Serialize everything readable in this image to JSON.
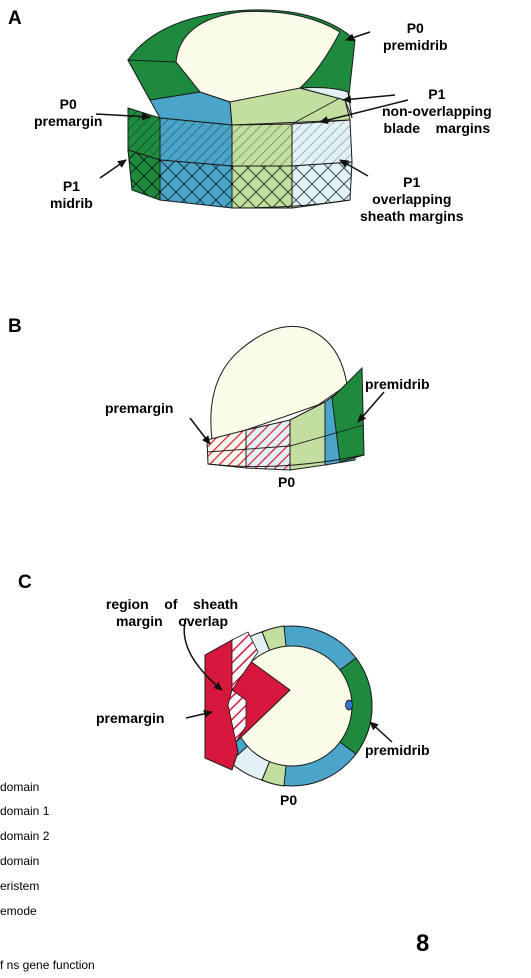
{
  "panel_a": {
    "letter": "A",
    "labels": {
      "p0_premidrib_line1": "P0",
      "p0_premidrib_line2": "premidrib",
      "p0_premargin_line1": "P0",
      "p0_premargin_line2": "premargin",
      "p1_blade_line1": "P1",
      "p1_blade_line2": "non-overlapping",
      "p1_blade_line3": "blade    margins",
      "p1_midrib_line1": "P1",
      "p1_midrib_line2": "midrib",
      "p1_sheath_line1": "P1",
      "p1_sheath_line2": "overlapping",
      "p1_sheath_line3": "sheath margins"
    }
  },
  "panel_b": {
    "letter": "B",
    "labels": {
      "premidrib": "premidrib",
      "premargin": "premargin",
      "p0": "P0"
    }
  },
  "panel_c": {
    "letter": "C",
    "labels": {
      "region_line1": "region    of    sheath",
      "region_line2": "margin    overlap",
      "premargin": "premargin",
      "premidrib": "premidrib",
      "p0": "P0"
    }
  },
  "legend": {
    "items": [
      "domain",
      "domain 1",
      "domain 2",
      "domain",
      "eristem",
      "emode",
      "f ns gene function"
    ]
  },
  "figure_number": "8",
  "colors": {
    "dark_green": "#1e8a3e",
    "blue": "#4aa5c8",
    "light_green": "#c3dfa0",
    "pale_cyan": "#e2f2f4",
    "cream": "#fbfbea",
    "red": "#d6183c",
    "outline": "#222222"
  }
}
